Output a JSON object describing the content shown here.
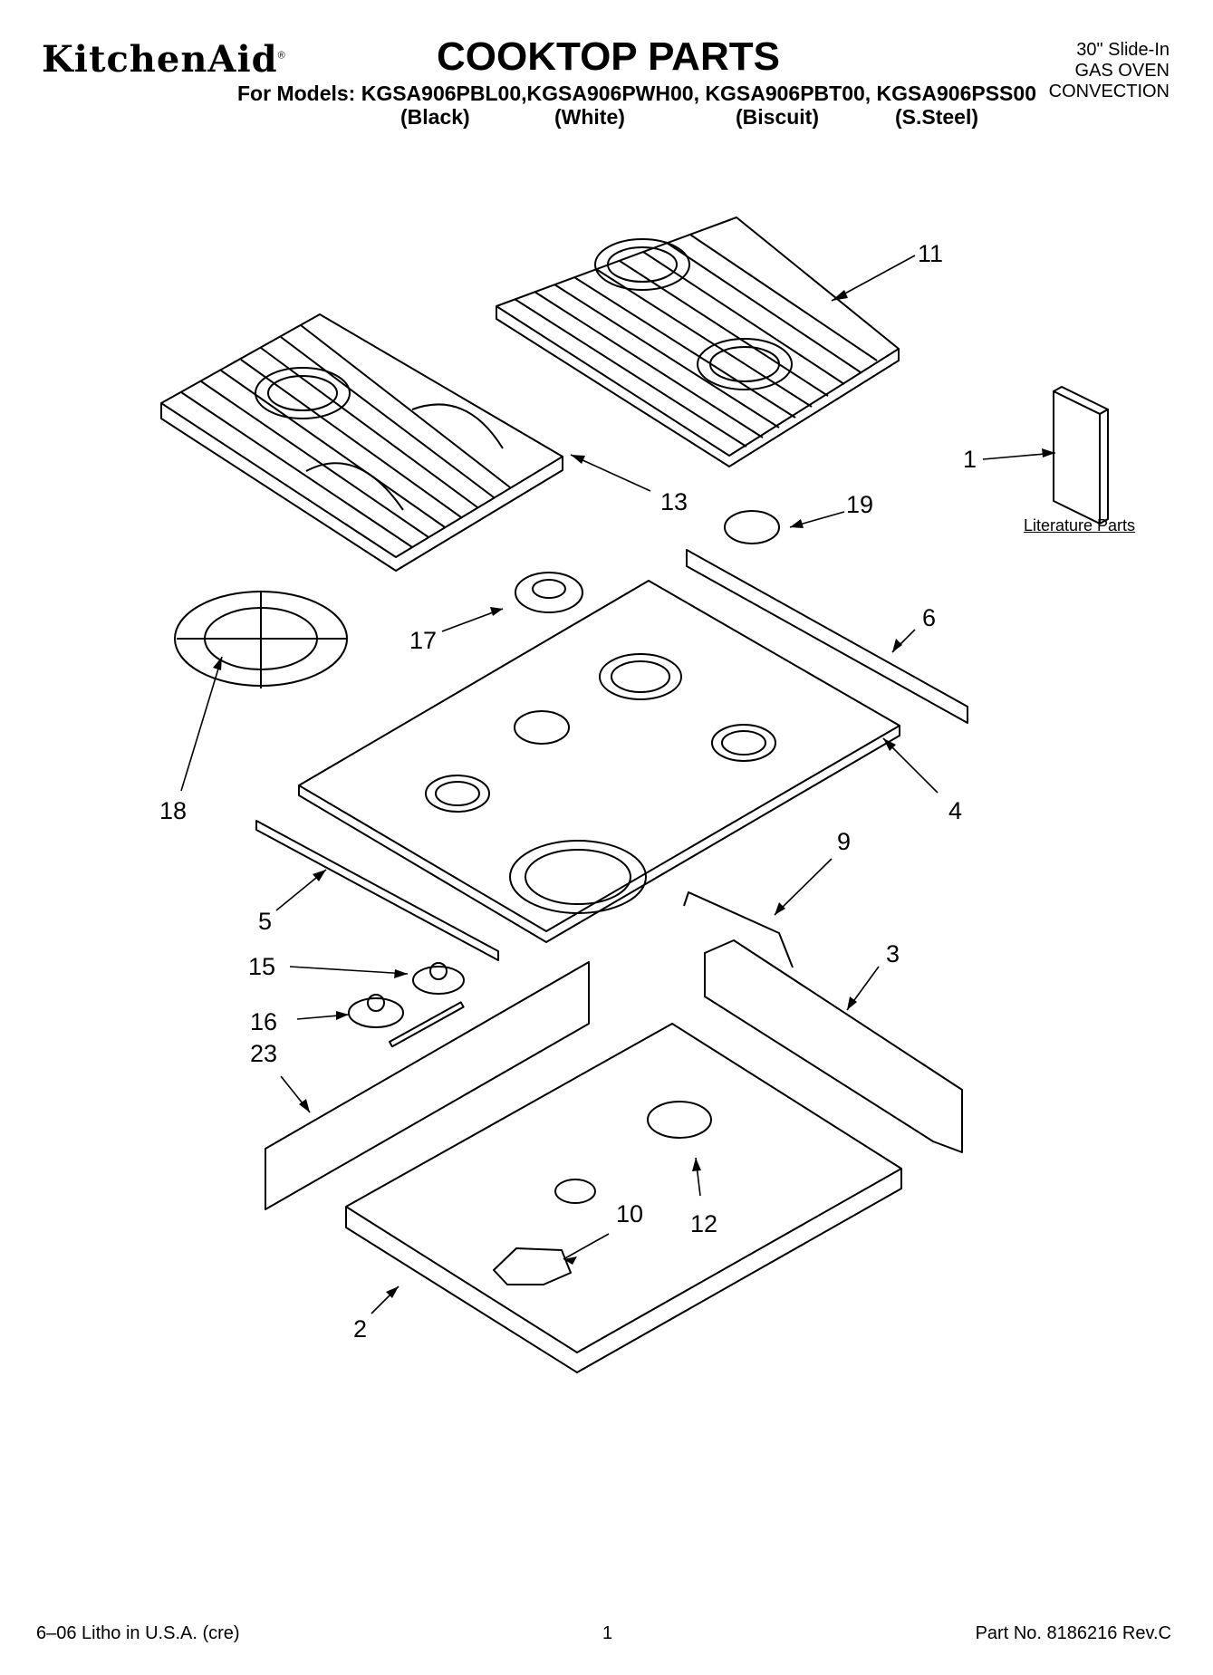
{
  "header": {
    "brand": "KitchenAid",
    "brand_mark": "®",
    "title": "COOKTOP PARTS",
    "models_line": "For Models: KGSA906PBL00,KGSA906PWH00, KGSA906PBT00, KGSA906PSS00",
    "colors": [
      "(Black)",
      "(White)",
      "(Biscuit)",
      "(S.Steel)"
    ],
    "unit_lines": [
      "30\" Slide-In",
      "GAS OVEN",
      "CONVECTION"
    ]
  },
  "callouts": [
    "1",
    "2",
    "3",
    "4",
    "5",
    "6",
    "9",
    "10",
    "11",
    "12",
    "13",
    "15",
    "16",
    "17",
    "18",
    "19",
    "23"
  ],
  "literature_label": "Literature Parts",
  "footer": {
    "left": "6–06 Litho in U.S.A. (cre)",
    "center": "1",
    "right": "Part No. 8186216 Rev.C"
  }
}
